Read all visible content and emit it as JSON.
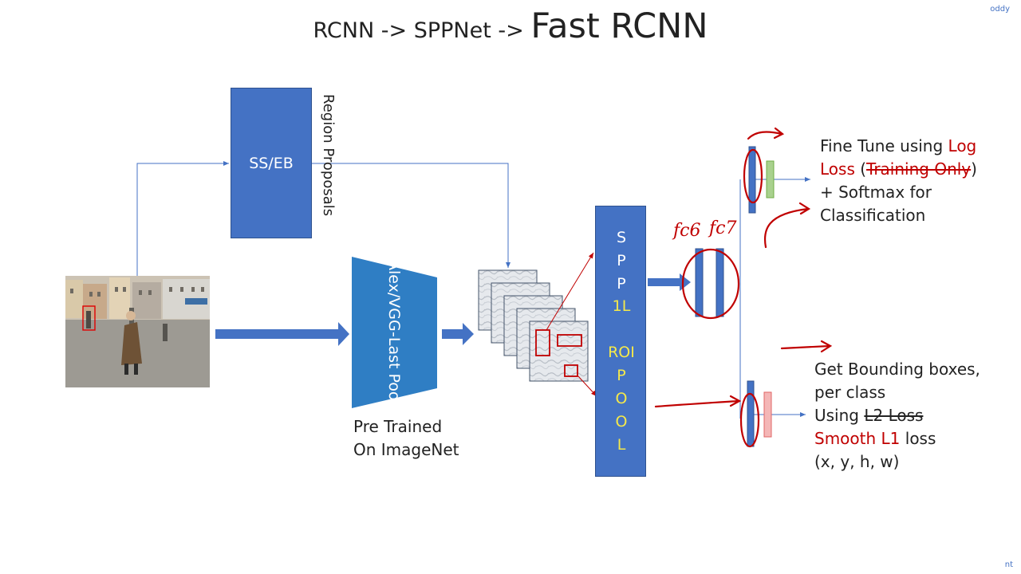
{
  "title": {
    "part1": "RCNN -> SPPNet -> ",
    "part2": "Fast RCNN"
  },
  "corner_top": "oddy",
  "corner_bottom": "nt",
  "ss_box": {
    "label": "SS/EB"
  },
  "region_label": "Region Proposals",
  "cnn": {
    "line1": "Alex/VGG",
    "line2": "-Last Pool"
  },
  "pretrained": {
    "line1": "Pre Trained",
    "line2": "On ImageNet"
  },
  "pool_column": {
    "spp": [
      "S",
      "P",
      "P"
    ],
    "spp_suffix": "1L",
    "roi_word": "ROI",
    "pool": [
      "P",
      "O",
      "O",
      "L"
    ]
  },
  "fc_labels": {
    "fc6": "fc6",
    "fc7": "fc7"
  },
  "classification": {
    "l1a": "Fine Tune using ",
    "l1b": "Log",
    "l2a": "Loss",
    "l2b": " (",
    "l2c": "Training Only",
    "l2d": ")",
    "l3": "+ Softmax for",
    "l4": "Classification"
  },
  "bbox": {
    "l1": "Get Bounding boxes,",
    "l2": "per class",
    "l3a": "Using ",
    "l3b": "L2 Loss",
    "l4a": "Smooth L1",
    "l4b": " loss",
    "l5": "(x, y, h, w)"
  },
  "colors": {
    "box_blue": "#4472c4",
    "cnn_blue": "#2f7ec4",
    "pen_red": "#c00000",
    "yellow": "#f5e94a",
    "green": "#a9d18e",
    "pink": "#f4b6b6"
  }
}
